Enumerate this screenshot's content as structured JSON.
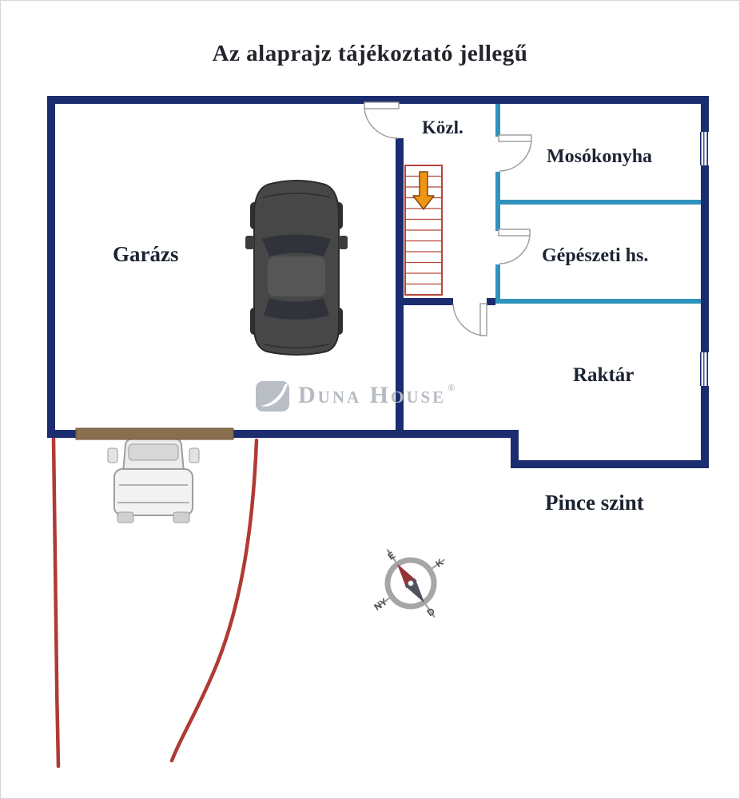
{
  "title": "Az alaprajz tájékoztató jellegű",
  "floor_label": "Pince szint",
  "rooms": {
    "garage": "Garázs",
    "corridor": "Közl.",
    "laundry": "Mosókonyha",
    "mechanical": "Gépészeti hs.",
    "storage": "Raktár"
  },
  "watermark": {
    "brand": "Duna House",
    "registered": "®"
  },
  "compass": {
    "north": "É",
    "east": "K",
    "south": "D",
    "west": "NY"
  },
  "colors": {
    "outer_wall": "#1b2c6f",
    "inner_wall": "#2f93bc",
    "stairs_outline": "#b5443a",
    "direction_arrow": "#ef9413",
    "driveway_line": "#b03a34",
    "garage_door": "#8a6f4e",
    "watermark_gray": "#b6bac1"
  }
}
